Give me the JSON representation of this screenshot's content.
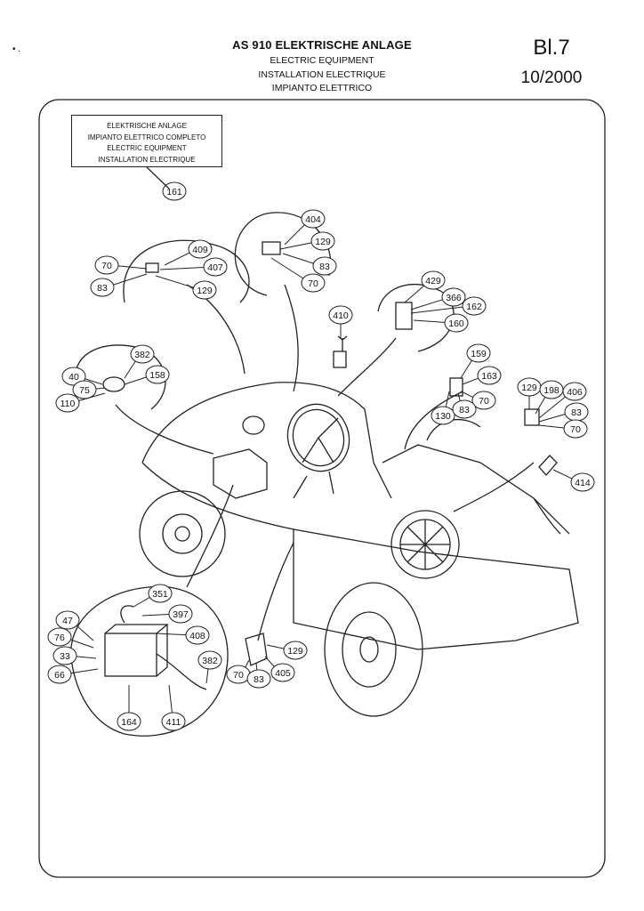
{
  "header": {
    "title_de": "AS 910 ELEKTRISCHE ANLAGE",
    "title_en": "ELECTRIC EQUIPMENT",
    "title_fr": "INSTALLATION ELECTRIQUE",
    "title_it": "IMPIANTO ELETTRICO",
    "sheet_code": "Bl.7",
    "date": "10/2000"
  },
  "legend": {
    "lines": [
      "ELEKTRISCHE ANLAGE",
      "IMPIANTO ELETTRICO COMPLETO",
      "ELECTRIC EQUIPMENT",
      "INSTALLATION ELECTRIQUE"
    ],
    "part_number": "161"
  },
  "callouts": [
    {
      "id": "c404",
      "label": "404"
    },
    {
      "id": "c129a",
      "label": "129"
    },
    {
      "id": "c83a",
      "label": "83"
    },
    {
      "id": "c70a",
      "label": "70"
    },
    {
      "id": "c409",
      "label": "409"
    },
    {
      "id": "c70b",
      "label": "70"
    },
    {
      "id": "c407",
      "label": "407"
    },
    {
      "id": "c83b",
      "label": "83"
    },
    {
      "id": "c129b",
      "label": "129"
    },
    {
      "id": "c429",
      "label": "429"
    },
    {
      "id": "c366",
      "label": "366"
    },
    {
      "id": "c162",
      "label": "162"
    },
    {
      "id": "c160",
      "label": "160"
    },
    {
      "id": "c410",
      "label": "410"
    },
    {
      "id": "c382a",
      "label": "382"
    },
    {
      "id": "c40",
      "label": "40"
    },
    {
      "id": "c158",
      "label": "158"
    },
    {
      "id": "c75",
      "label": "75"
    },
    {
      "id": "c110",
      "label": "110"
    },
    {
      "id": "c159",
      "label": "159"
    },
    {
      "id": "c163",
      "label": "163"
    },
    {
      "id": "c70c",
      "label": "70"
    },
    {
      "id": "c130",
      "label": "130"
    },
    {
      "id": "c83c",
      "label": "83"
    },
    {
      "id": "c129c",
      "label": "129"
    },
    {
      "id": "c198",
      "label": "198"
    },
    {
      "id": "c406",
      "label": "406"
    },
    {
      "id": "c83d",
      "label": "83"
    },
    {
      "id": "c70d",
      "label": "70"
    },
    {
      "id": "c414",
      "label": "414"
    },
    {
      "id": "c351",
      "label": "351"
    },
    {
      "id": "c397",
      "label": "397"
    },
    {
      "id": "c47",
      "label": "47"
    },
    {
      "id": "c408",
      "label": "408"
    },
    {
      "id": "c76",
      "label": "76"
    },
    {
      "id": "c33",
      "label": "33"
    },
    {
      "id": "c382b",
      "label": "382"
    },
    {
      "id": "c66",
      "label": "66"
    },
    {
      "id": "c164",
      "label": "164"
    },
    {
      "id": "c411",
      "label": "411"
    },
    {
      "id": "c129d",
      "label": "129"
    },
    {
      "id": "c70e",
      "label": "70"
    },
    {
      "id": "c83e",
      "label": "83"
    },
    {
      "id": "c405",
      "label": "405"
    }
  ]
}
